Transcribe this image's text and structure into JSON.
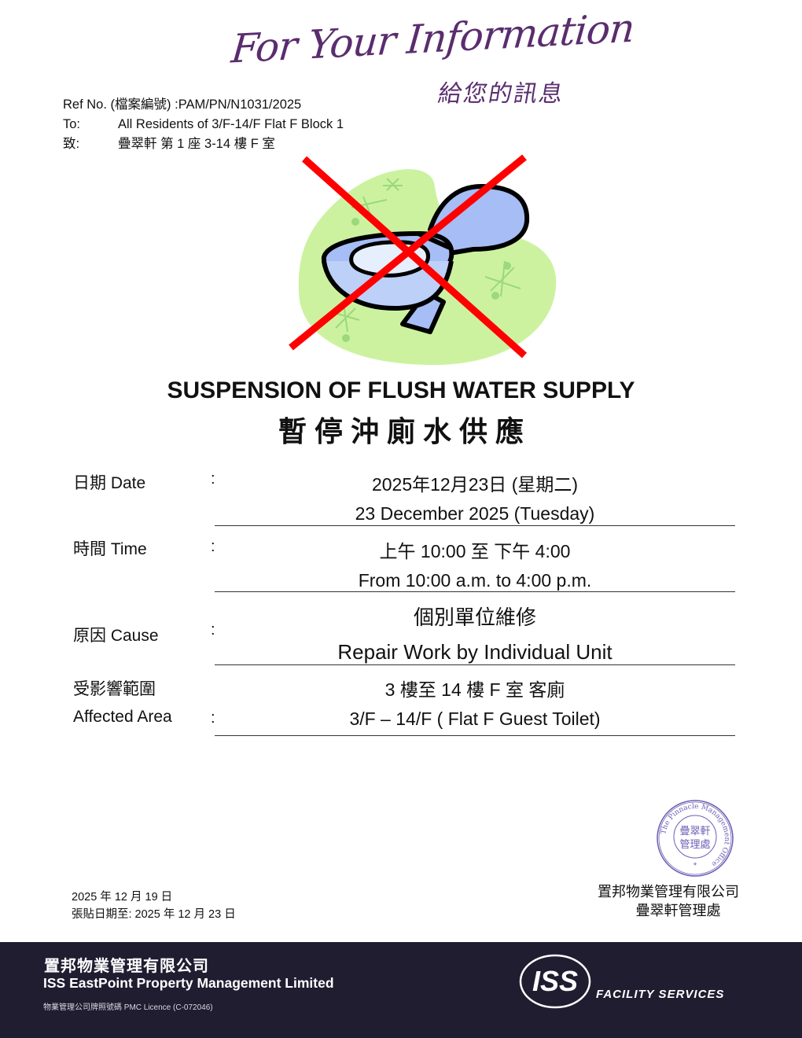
{
  "banner": {
    "title_en": "For Your Information",
    "title_zh": "給您的訊息"
  },
  "header": {
    "ref_label": "Ref No. (檔案編號) : ",
    "ref_value": "PAM/PN/N1031/2025",
    "to_label_en": "To:",
    "to_value_en": "All Residents of 3/F-14/F Flat F Block 1",
    "to_label_zh": "致:",
    "to_value_zh": "疊翠軒 第 1 座  3-14 樓 F 室"
  },
  "illustration": {
    "icon": "no-toilet-flush-icon",
    "colors": {
      "cross": "#ff0000",
      "blob": "#ccf2a0",
      "toilet": "#a6bdf5"
    }
  },
  "notice": {
    "title_en": "SUSPENSION OF FLUSH WATER SUPPLY",
    "title_zh": "暫停沖廁水供應"
  },
  "details": {
    "date": {
      "label": "日期  Date",
      "colon": ":",
      "value_zh": "2025年12月23日  (星期二)",
      "value_en": "23 December 2025 (Tuesday)"
    },
    "time": {
      "label": "時間  Time",
      "colon": ":",
      "value_zh": "上午 10:00 至 下午 4:00",
      "value_en": "From 10:00 a.m. to 4:00 p.m."
    },
    "cause": {
      "label": "原因  Cause",
      "colon": ":",
      "value_zh": "個別單位維修",
      "value_en": "Repair Work by Individual Unit"
    },
    "area": {
      "label_zh": "受影響範圍",
      "label_en": "Affected Area",
      "colon": ":",
      "value_zh": "3 樓至 14 樓 F 室 客廁",
      "value_en": "3/F – 14/F  ( Flat F  Guest Toilet)"
    }
  },
  "issue": {
    "issue_date": "2025 年 12 月 19 日",
    "post_until": "張貼日期至: 2025 年 12 月 23 日"
  },
  "stamp": {
    "ring_text": "The Pinnacle Management Office",
    "center_top": "疊翠軒",
    "center_bottom": "管理處",
    "star": "*",
    "color": "#6b5fb5"
  },
  "signoff": {
    "company_zh": "置邦物業管理有限公司",
    "office_zh": "疊翠軒管理處"
  },
  "footer": {
    "company_zh": "置邦物業管理有限公司",
    "company_en": "ISS EastPoint Property Management Limited",
    "licence": "物業管理公司牌照號碼  PMC Licence (C-072046)",
    "logo_text": "ISS",
    "logo_tagline": "FACILITY SERVICES",
    "bg_color": "#201d31"
  }
}
